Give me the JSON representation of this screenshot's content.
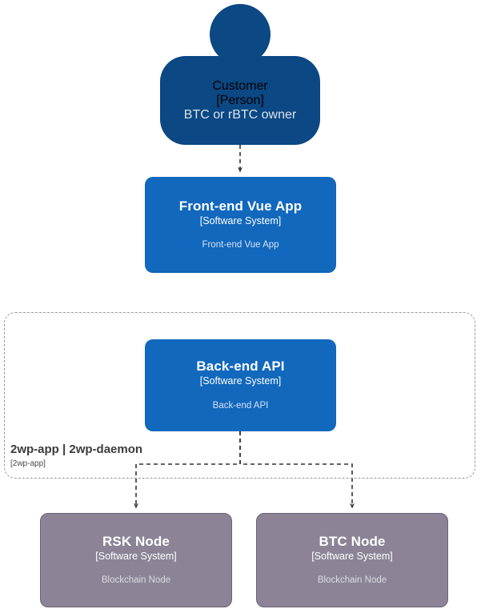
{
  "diagram": {
    "type": "c4-context-diagram",
    "background": "#ffffff",
    "colors": {
      "person": "#0B4884",
      "software_system": "#1168BD",
      "external_system": "#8C8496",
      "external_system_border": "#6E6379",
      "boundary_border": "#999999",
      "connector": "#333333",
      "node_text": "#ffffff",
      "boundary_text": "#3b3b3b"
    }
  },
  "nodes": {
    "customer": {
      "title": "Customer",
      "type": "[Person]",
      "description": "BTC or rBTC owner",
      "shape": "person"
    },
    "frontend": {
      "title": "Front-end Vue App",
      "type": "[Software System]",
      "description": "Front-end Vue App",
      "shape": "rounded-box"
    },
    "backend": {
      "title": "Back-end API",
      "type": "[Software System]",
      "description": "Back-end API",
      "shape": "rounded-box"
    },
    "rsk_node": {
      "title": "RSK Node",
      "type": "[Software System]",
      "description": "Blockchain Node",
      "shape": "rounded-box"
    },
    "btc_node": {
      "title": "BTC Node",
      "type": "[Software System]",
      "description": "Blockchain Node",
      "shape": "rounded-box"
    }
  },
  "boundary": {
    "title": "2wp-app | 2wp-daemon",
    "type": "[2wp-app]"
  },
  "relationships": [
    {
      "from": "customer",
      "to": "frontend",
      "style": "dashed-arrow",
      "label": ""
    },
    {
      "from": "backend",
      "to": "rsk_node",
      "style": "dashed-arrow",
      "label": ""
    },
    {
      "from": "backend",
      "to": "btc_node",
      "style": "dashed-arrow",
      "label": ""
    }
  ]
}
